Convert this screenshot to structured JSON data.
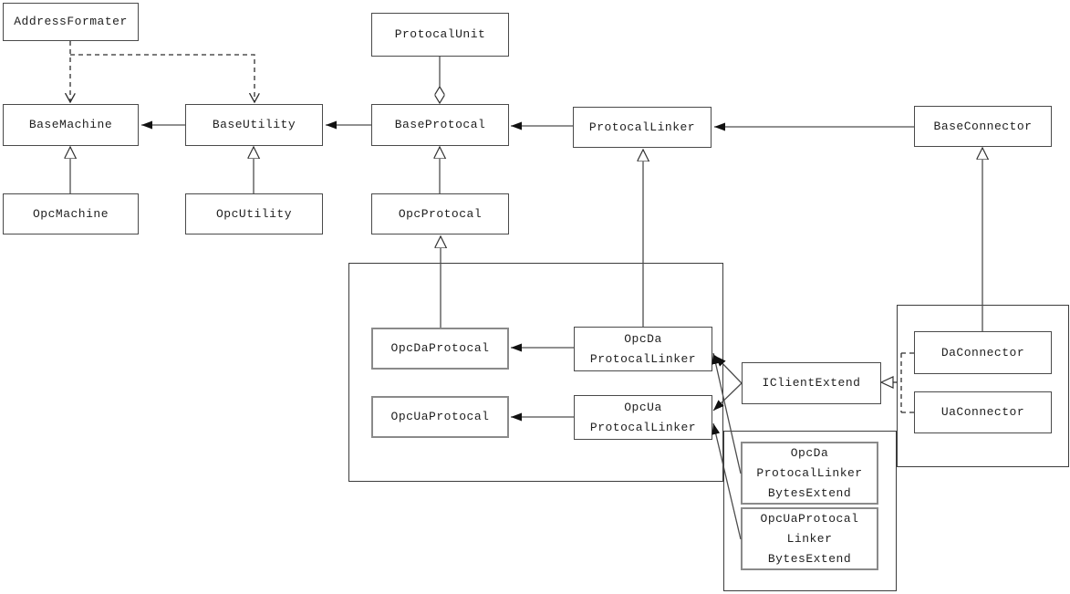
{
  "diagram": {
    "type": "uml-class-diagram",
    "background": "#ffffff",
    "colors": {
      "box_border": "#4a4a4a",
      "inner_box_border": "#8a8a8a",
      "line": "#4d4d4d",
      "text": "#1f1f1f"
    },
    "nodes": {
      "address_formater": {
        "label": "AddressFormater"
      },
      "protocal_unit": {
        "label": "ProtocalUnit"
      },
      "base_machine": {
        "label": "BaseMachine"
      },
      "base_utility": {
        "label": "BaseUtility"
      },
      "base_protocal": {
        "label": "BaseProtocal"
      },
      "protocal_linker": {
        "label": "ProtocalLinker"
      },
      "base_connector": {
        "label": "BaseConnector"
      },
      "opc_machine": {
        "label": "OpcMachine"
      },
      "opc_utility": {
        "label": "OpcUtility"
      },
      "opc_protocal": {
        "label": "OpcProtocal"
      },
      "opc_da_protocal": {
        "label": "OpcDaProtocal"
      },
      "opc_ua_protocal": {
        "label": "OpcUaProtocal"
      },
      "opc_da_protocal_linker": {
        "lines": [
          "OpcDa",
          "ProtocalLinker"
        ]
      },
      "opc_ua_protocal_linker": {
        "lines": [
          "OpcUa",
          "ProtocalLinker"
        ]
      },
      "i_client_extend": {
        "label": "IClientExtend"
      },
      "da_connector": {
        "label": "DaConnector"
      },
      "ua_connector": {
        "label": "UaConnector"
      },
      "opc_da_protocal_linker_bytes_extend": {
        "lines": [
          "OpcDa",
          "ProtocalLinker",
          "BytesExtend"
        ]
      },
      "opc_ua_protocal_linker_bytes_extend": {
        "lines": [
          "OpcUaProtocal",
          "Linker",
          "BytesExtend"
        ]
      }
    },
    "relationships": [
      {
        "from": "AddressFormater",
        "to": "BaseMachine",
        "type": "dependency",
        "line": "dashed",
        "arrow": "open"
      },
      {
        "from": "AddressFormater",
        "to": "BaseUtility",
        "type": "dependency",
        "line": "dashed",
        "arrow": "open"
      },
      {
        "from": "BaseUtility",
        "to": "BaseMachine",
        "type": "association",
        "arrow": "filled"
      },
      {
        "from": "BaseProtocal",
        "to": "BaseUtility",
        "type": "association",
        "arrow": "filled"
      },
      {
        "from": "ProtocalLinker",
        "to": "BaseProtocal",
        "type": "association",
        "arrow": "filled"
      },
      {
        "from": "BaseConnector",
        "to": "ProtocalLinker",
        "type": "association",
        "arrow": "filled"
      },
      {
        "from": "ProtocalUnit",
        "to": "BaseProtocal",
        "type": "aggregation",
        "arrow": "hollow-diamond"
      },
      {
        "from": "OpcMachine",
        "to": "BaseMachine",
        "type": "inheritance",
        "arrow": "hollow-triangle"
      },
      {
        "from": "OpcUtility",
        "to": "BaseUtility",
        "type": "inheritance",
        "arrow": "hollow-triangle"
      },
      {
        "from": "OpcProtocal",
        "to": "BaseProtocal",
        "type": "inheritance",
        "arrow": "hollow-triangle"
      },
      {
        "from": "OpcDaProtocal",
        "to": "OpcProtocal",
        "type": "inheritance",
        "arrow": "hollow-triangle"
      },
      {
        "from": "OpcDaProtocalLinker",
        "to": "ProtocalLinker",
        "type": "inheritance",
        "arrow": "hollow-triangle"
      },
      {
        "from": "DaConnector",
        "to": "BaseConnector",
        "type": "inheritance",
        "arrow": "hollow-triangle"
      },
      {
        "from": "OpcDaProtocalLinker",
        "to": "OpcDaProtocal",
        "type": "association",
        "arrow": "filled"
      },
      {
        "from": "OpcUaProtocalLinker",
        "to": "OpcUaProtocal",
        "type": "association",
        "arrow": "filled"
      },
      {
        "from": "IClientExtend",
        "to": "OpcDaProtocalLinker",
        "type": "association",
        "arrow": "filled"
      },
      {
        "from": "IClientExtend",
        "to": "OpcUaProtocalLinker",
        "type": "association",
        "arrow": "filled"
      },
      {
        "from": "OpcDaProtocalLinkerBytesExtend",
        "to": "OpcDaProtocalLinker",
        "type": "association",
        "arrow": "filled"
      },
      {
        "from": "OpcUaProtocalLinkerBytesExtend",
        "to": "OpcUaProtocalLinker",
        "type": "association",
        "arrow": "filled"
      },
      {
        "from": "DaConnector",
        "to": "IClientExtend",
        "type": "realization",
        "line": "dashed",
        "arrow": "hollow-triangle"
      },
      {
        "from": "UaConnector",
        "to": "IClientExtend",
        "type": "realization",
        "line": "dashed",
        "arrow": "hollow-triangle"
      }
    ]
  }
}
